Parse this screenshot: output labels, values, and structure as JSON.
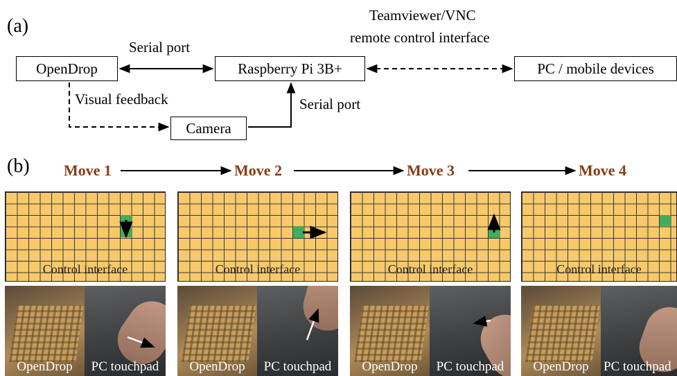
{
  "panel_a": {
    "label": "(a)",
    "opendrop": "OpenDrop",
    "raspberry": "Raspberry Pi 3B+",
    "pc": "PC / mobile devices",
    "camera": "Camera",
    "serial_top": "Serial port",
    "serial_right": "Serial port",
    "visual_feedback": "Visual feedback",
    "remote_line1": "Teamviewer/VNC",
    "remote_line2": "remote control interface"
  },
  "panel_b": {
    "label": "(b)",
    "moves": [
      "Move 1",
      "Move 2",
      "Move 3",
      "Move 4"
    ],
    "control_label": "Control interface",
    "opendrop_label": "OpenDrop",
    "touchpad_label": "PC touchpad"
  },
  "colors": {
    "grid": "#f7c96b",
    "active_cell": "#3fae5e",
    "move_text": "#8a3b12"
  }
}
